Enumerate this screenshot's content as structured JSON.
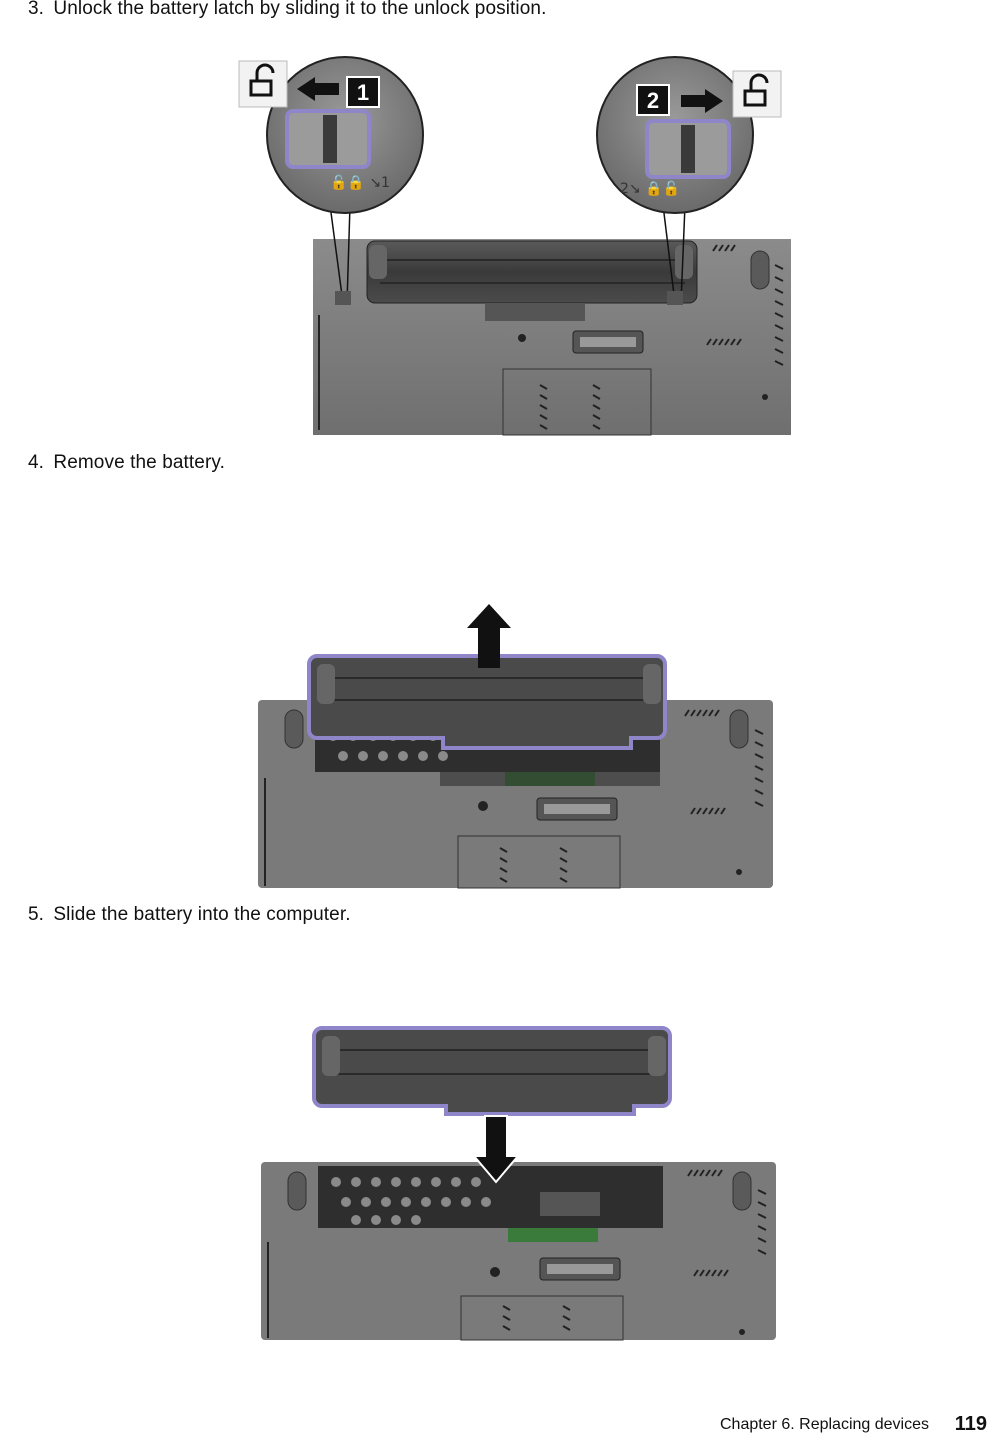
{
  "steps": [
    {
      "number": "3.",
      "text": "Unlock the battery latch by sliding it to the unlock position."
    },
    {
      "number": "4.",
      "text": "Remove the battery."
    },
    {
      "number": "5.",
      "text": "Slide the battery into the computer."
    }
  ],
  "figure1": {
    "callout_1": "1",
    "callout_2": "2"
  },
  "footer": {
    "chapter": "Chapter 6. Replacing devices",
    "page": "119"
  },
  "colors": {
    "body": "#7a7a7a",
    "battery": "#4a4a4a",
    "highlight": "#8f86c9"
  }
}
